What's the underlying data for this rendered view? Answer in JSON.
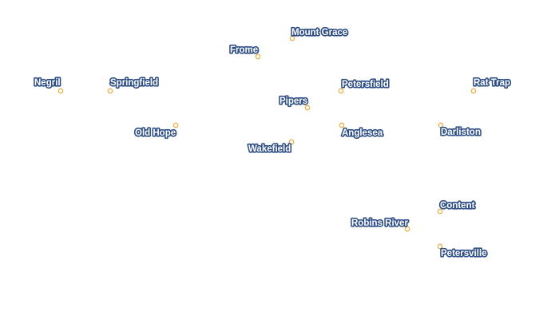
{
  "map": {
    "marker_color": "#e8b04a",
    "label_fill_color": "#ffffff",
    "label_halo_color": "#2f4f86",
    "places": [
      {
        "name": "Mount Grace"
      },
      {
        "name": "Frome"
      },
      {
        "name": "Negril"
      },
      {
        "name": "Springfield"
      },
      {
        "name": "Petersfield"
      },
      {
        "name": "Rat Trap"
      },
      {
        "name": "Pipers"
      },
      {
        "name": "Old Hope"
      },
      {
        "name": "Anglesea"
      },
      {
        "name": "Darliston"
      },
      {
        "name": "Wakefield"
      },
      {
        "name": "Content"
      },
      {
        "name": "Robins River"
      },
      {
        "name": "Petersville"
      }
    ]
  }
}
